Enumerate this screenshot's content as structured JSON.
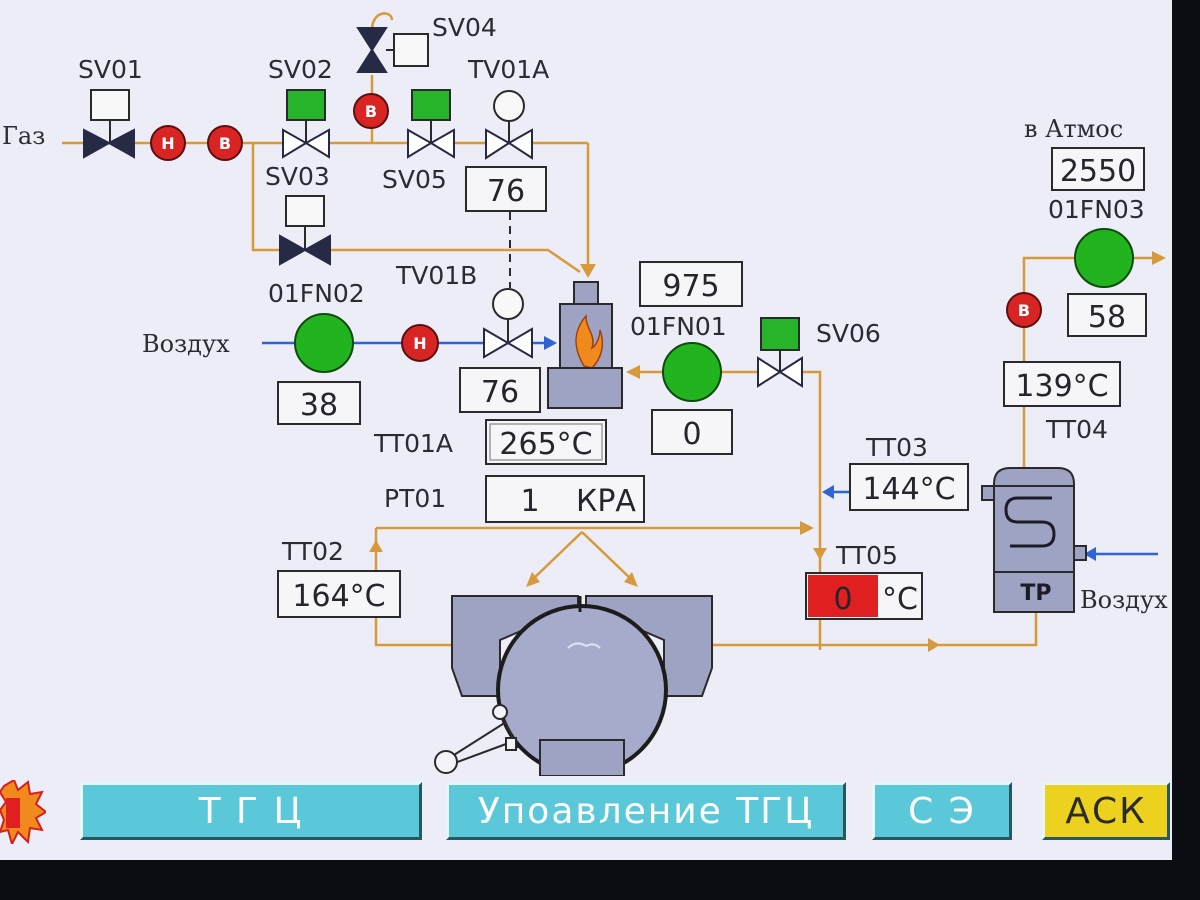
{
  "scheme": {
    "source_gas": "Газ",
    "source_air_left": "Воздух",
    "source_air_right": "Воздух",
    "atmosphere_label": "в Атмос",
    "atmosphere_value": "2550",
    "indicator_n": "Н",
    "indicator_v": "В",
    "heat_exchanger": "ТР",
    "valves": {
      "sv01": "SV01",
      "sv02": "SV02",
      "sv03": "SV03",
      "sv04": "SV04",
      "sv05": "SV05",
      "sv06": "SV06",
      "tv01a": "TV01A",
      "tv01b": "TV01B"
    },
    "fans": {
      "fn01": {
        "label": "01FN01",
        "value": "0"
      },
      "fn02": {
        "label": "01FN02",
        "value": "38"
      },
      "fn03": {
        "label": "01FN03",
        "value": "58"
      }
    },
    "readings": {
      "tv01a_value": "76",
      "tv01b_value": "76",
      "burner_value": "975",
      "tt01a": {
        "label": "TT01A",
        "value": "265°C"
      },
      "pt01": {
        "label": "PT01",
        "value": "1",
        "unit": "КРА"
      },
      "tt02": {
        "label": "TT02",
        "value": "164°C"
      },
      "tt03": {
        "label": "TT03",
        "value": "144°C"
      },
      "tt04": {
        "label": "TT04",
        "value": "139°C"
      },
      "tt05": {
        "label": "TT05",
        "value": "0",
        "unit": "°C"
      }
    }
  },
  "nav": {
    "btn_tgc": "Т Г Ц",
    "btn_control": "Упоавление ТГЦ",
    "btn_se": "С Э",
    "btn_ack": "АСК"
  },
  "colors": {
    "background": "#ecedf6",
    "gas_pipe": "#d79a3a",
    "air_pipe": "#2f63d6",
    "fan_on": "#22b41e",
    "indicator": "#d92424",
    "nav_button": "#5bc8da",
    "ack_button": "#ecd21e",
    "alarm_cell": "#e02020"
  }
}
